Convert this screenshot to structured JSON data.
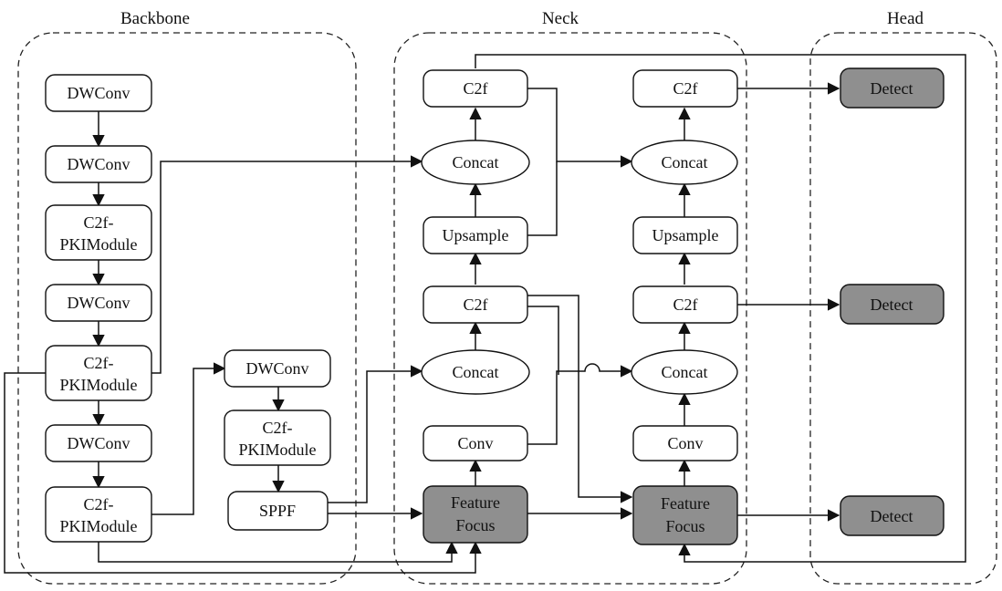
{
  "groups": {
    "backbone": "Backbone",
    "neck": "Neck",
    "head": "Head"
  },
  "backbone": {
    "dwconv_1": "DWConv",
    "dwconv_2": "DWConv",
    "c2f_pki_1": [
      "C2f-",
      "PKIModule"
    ],
    "dwconv_3": "DWConv",
    "c2f_pki_2": [
      "C2f-",
      "PKIModule"
    ],
    "dwconv_4": "DWConv",
    "c2f_pki_3": [
      "C2f-",
      "PKIModule"
    ],
    "dwconv_5": "DWConv",
    "c2f_pki_4": [
      "C2f-",
      "PKIModule"
    ],
    "sppf": "SPPF"
  },
  "neck": {
    "c2f_top_left": "C2f",
    "concat_top_left": "Concat",
    "upsample_left": "Upsample",
    "c2f_mid_left": "C2f",
    "concat_mid_left": "Concat",
    "conv_left": "Conv",
    "feature_focus_left": [
      "Feature",
      "Focus"
    ],
    "c2f_top_right": "C2f",
    "concat_top_right": "Concat",
    "upsample_right": "Upsample",
    "c2f_mid_right": "C2f",
    "concat_mid_right": "Concat",
    "conv_right": "Conv",
    "feature_focus_right": [
      "Feature",
      "Focus"
    ]
  },
  "head": {
    "detect_1": "Detect",
    "detect_2": "Detect",
    "detect_3": "Detect"
  },
  "colors": {
    "highlight_fill": "#8f8f8f",
    "stroke": "#111111"
  }
}
